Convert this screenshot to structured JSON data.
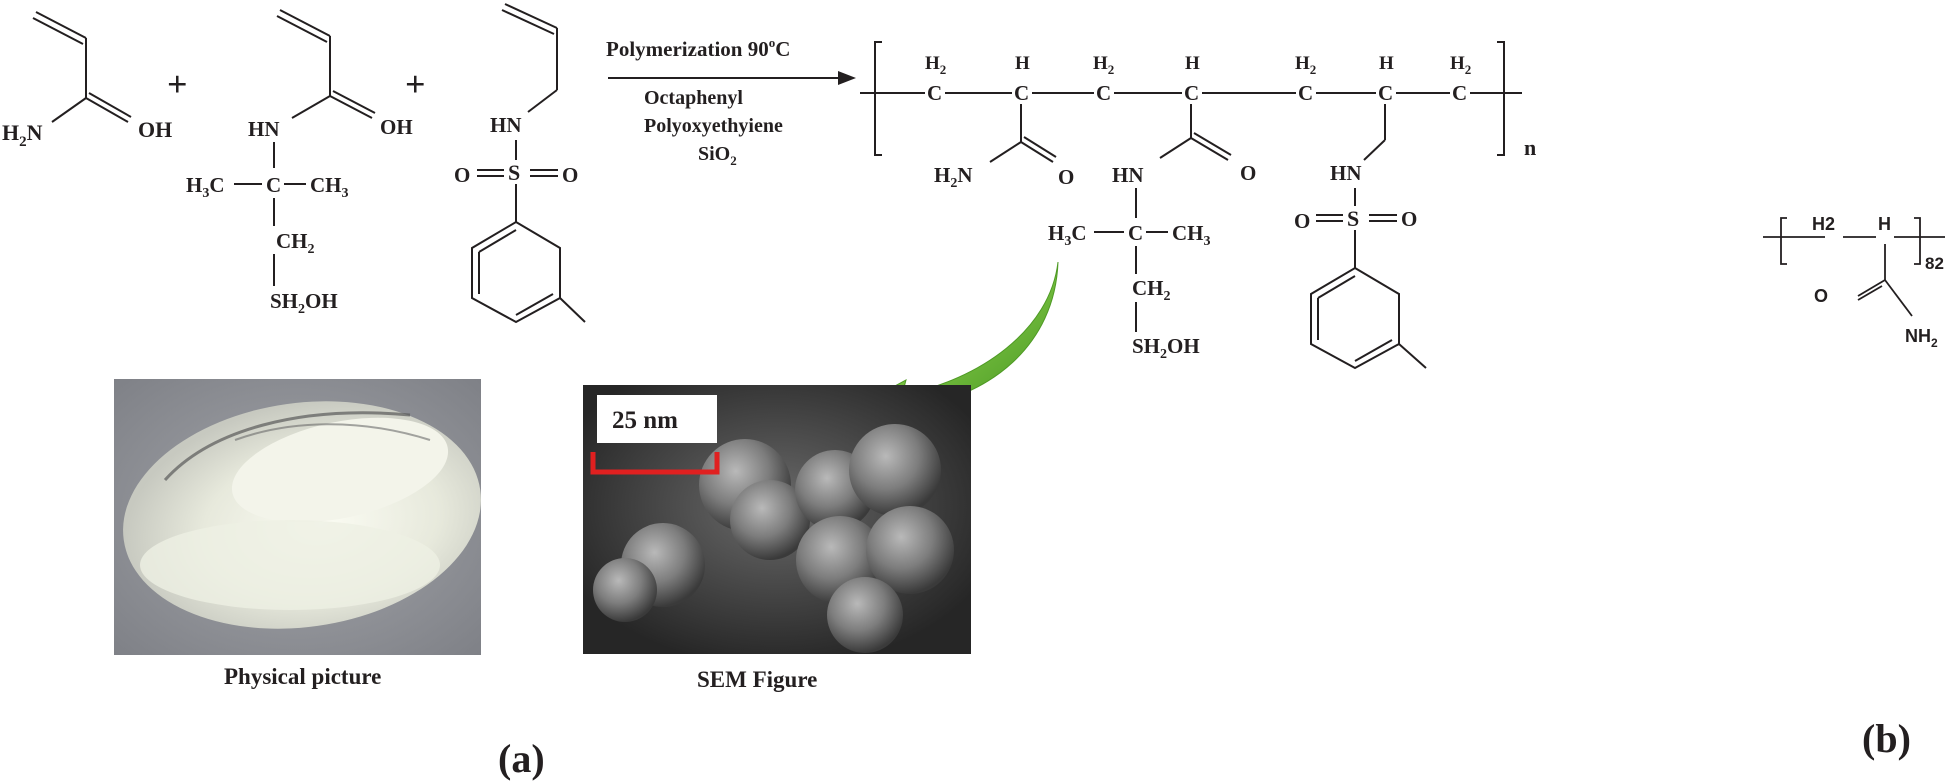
{
  "colors": {
    "ink": "#231f20",
    "scale_bar": "#e02020",
    "arrow_green": "#5cae2b",
    "arrow_green_light": "#b5e08a",
    "sem_background": "#2e2e2e",
    "powder_background": "#8c8e94"
  },
  "reactants": {
    "acrylamide": {
      "nh2": "H",
      "nh2_sub": "2",
      "nh2_n": "N",
      "oh": "OH"
    },
    "amps_like": {
      "hn": "HN",
      "oh": "OH",
      "h3c_h": "H",
      "h3c_sub": "3",
      "h3c_c": "C",
      "c": "C",
      "ch3_ch": "CH",
      "ch3_sub": "3",
      "ch2_ch": "CH",
      "ch2_sub": "2",
      "sh2oh_sh": "SH",
      "sh2oh_sub": "2",
      "sh2oh_oh": "OH"
    },
    "sulfonamide": {
      "hn": "HN",
      "s": "S",
      "o_left": "O",
      "o_right": "O"
    },
    "plus_1": "+",
    "plus_2": "+"
  },
  "reaction": {
    "condition_prefix": "Polymerization 90",
    "condition_sup": "o",
    "condition_suffix": "C",
    "agent_1": "Octaphenyl",
    "agent_2": "Polyoxyethyiene",
    "agent_3_main": "SiO",
    "agent_3_sub": "2"
  },
  "product": {
    "h2_label": "H",
    "h2_sub": "2",
    "h_label": "H",
    "c_label": "C",
    "h2n_h": "H",
    "h2n_sub": "2",
    "h2n_n": "N",
    "o_label": "O",
    "hn_label": "HN",
    "h3c_h": "H",
    "h3c_sub": "3",
    "h3c_c": "C",
    "ch3_ch": "CH",
    "ch3_sub": "3",
    "ch2_ch": "CH",
    "ch2_sub": "2",
    "sh2oh_sh": "SH",
    "sh2oh_sub": "2",
    "sh2oh_oh": "OH",
    "s_label": "S",
    "repeat": "n"
  },
  "images": {
    "physical_caption": "Physical picture",
    "sem_caption": "SEM Figure",
    "scale_label": "25 nm"
  },
  "panel_b": {
    "h2_label": "H2",
    "h_label": "H",
    "o_label": "O",
    "nh2_nh": "NH",
    "nh2_sub": "2",
    "repeat": "82"
  },
  "panel_labels": {
    "a": "(a)",
    "b": "(b)"
  }
}
